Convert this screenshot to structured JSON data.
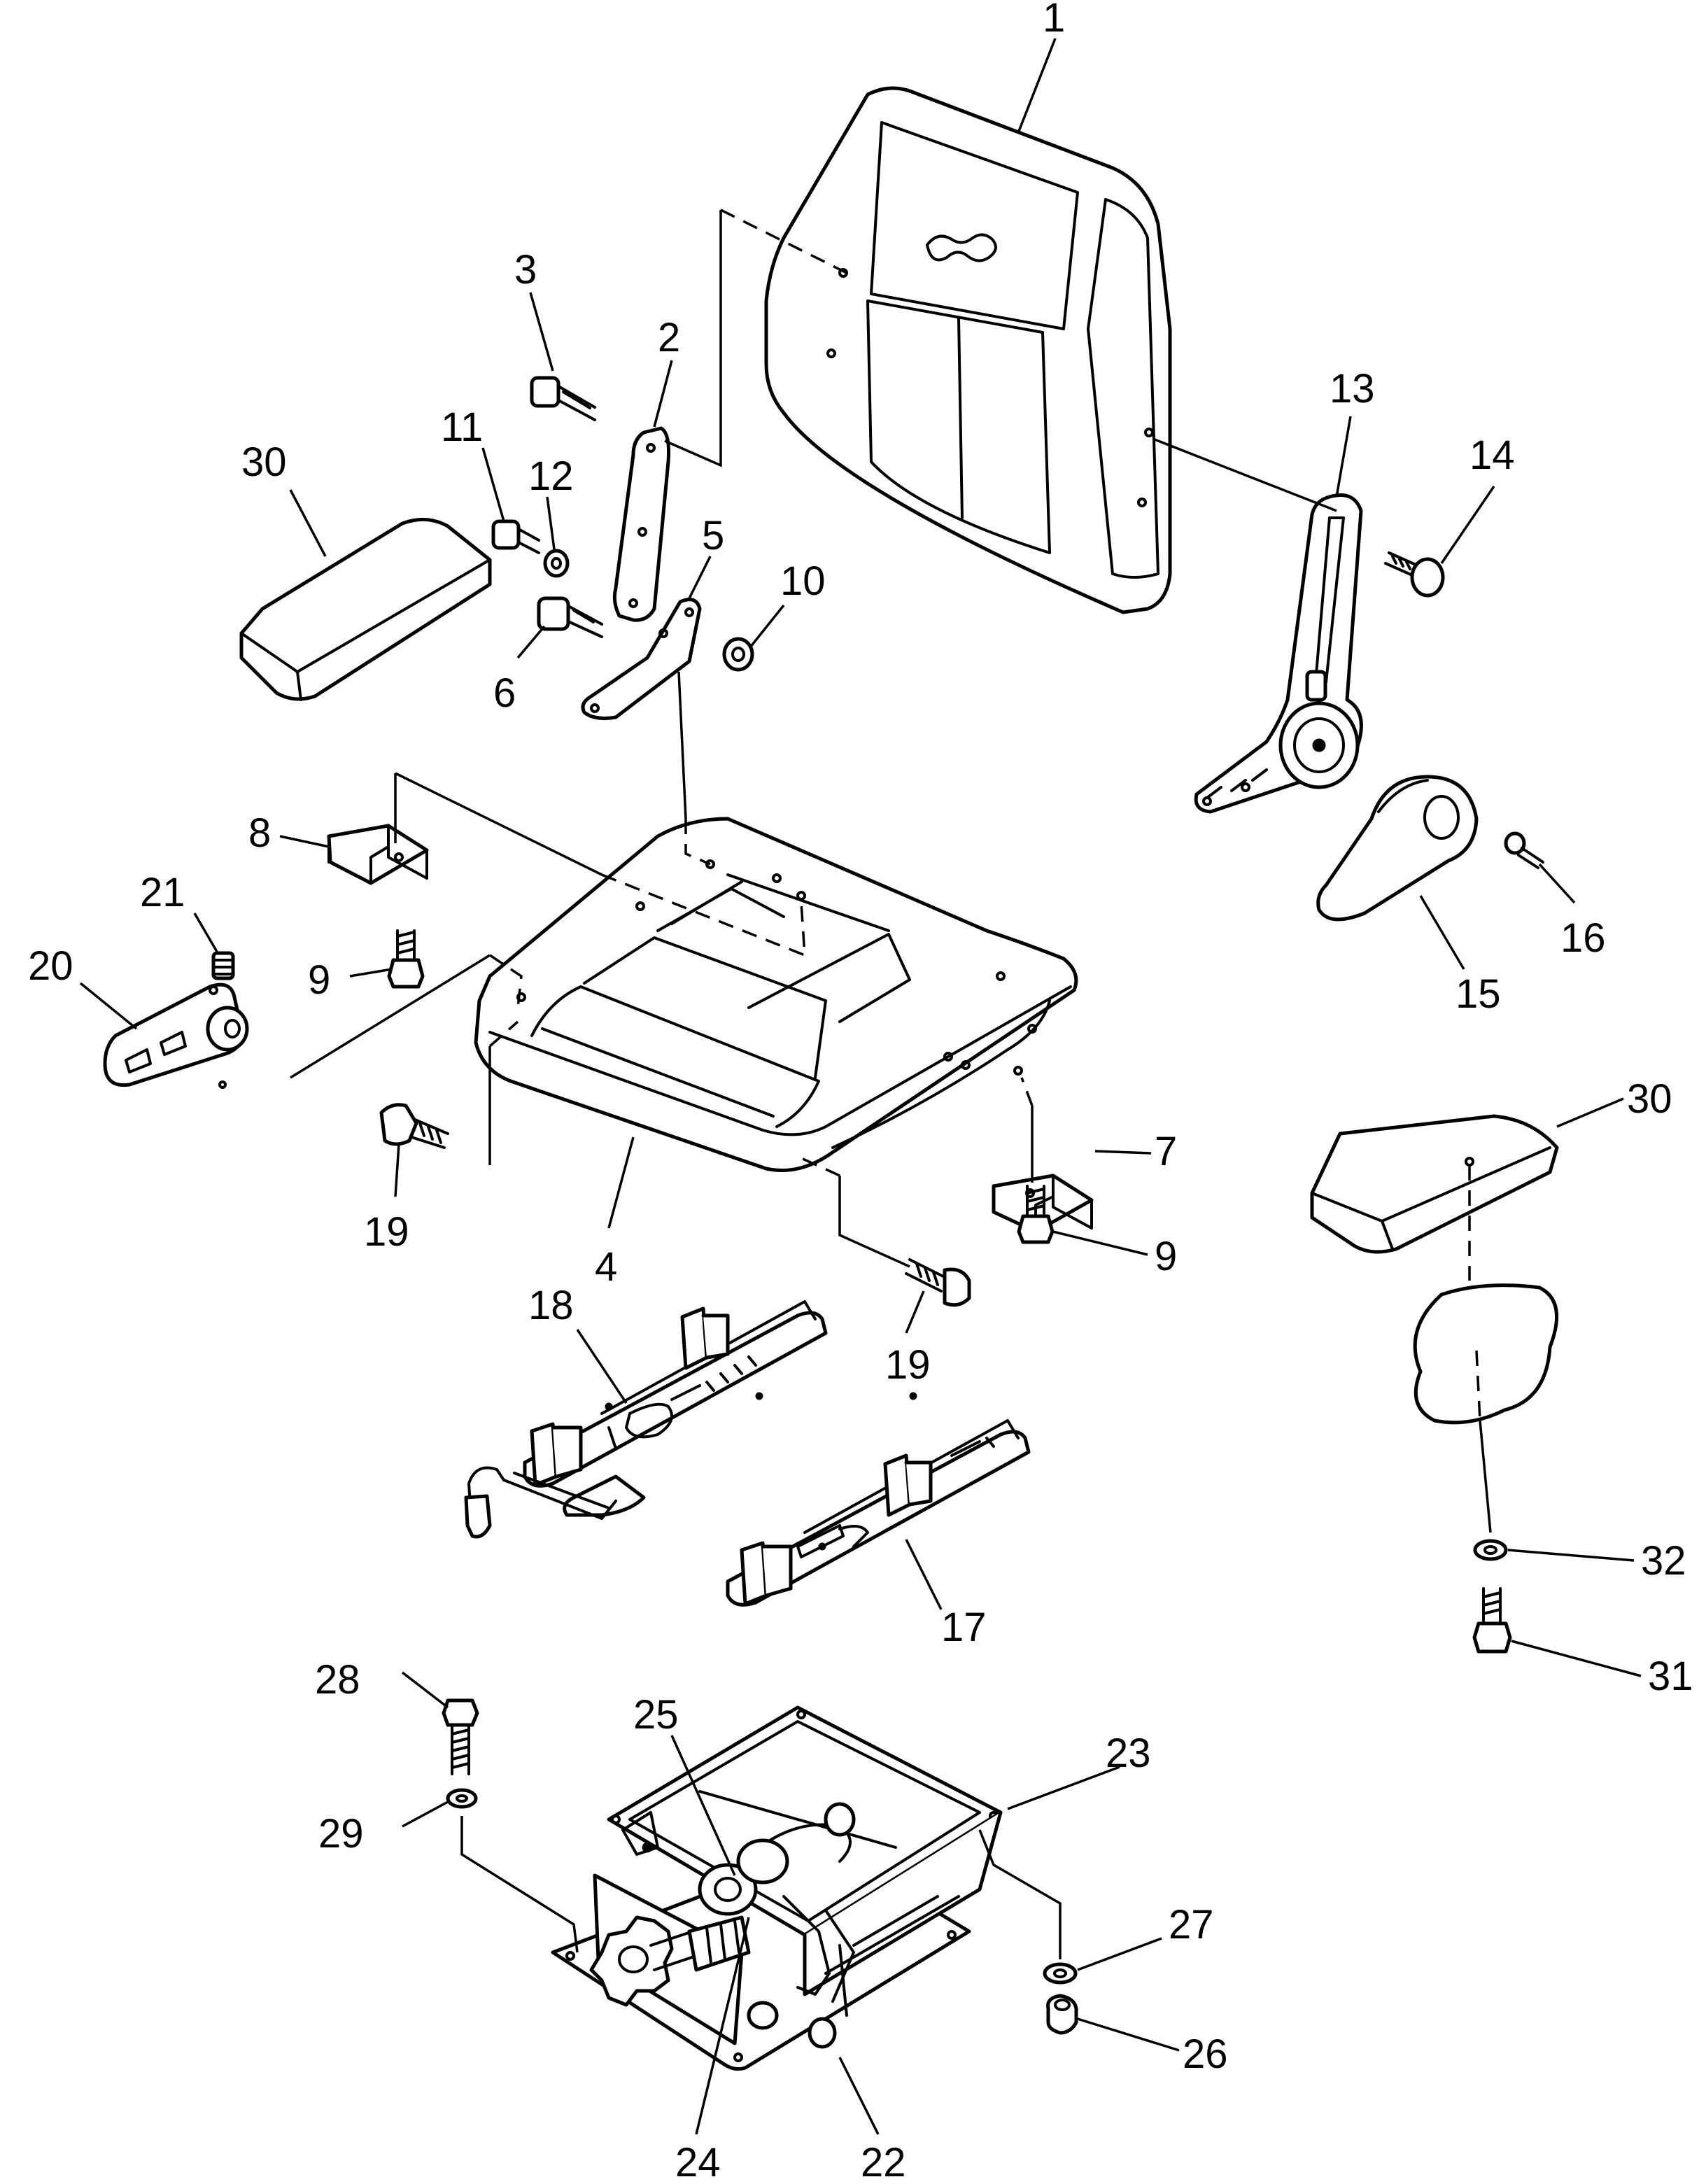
{
  "callouts": [
    {
      "id": "c1",
      "text": "1"
    },
    {
      "id": "c2",
      "text": "2"
    },
    {
      "id": "c3",
      "text": "3"
    },
    {
      "id": "c4",
      "text": "4"
    },
    {
      "id": "c5",
      "text": "5"
    },
    {
      "id": "c6",
      "text": "6"
    },
    {
      "id": "c7",
      "text": "7"
    },
    {
      "id": "c8",
      "text": "8"
    },
    {
      "id": "c9a",
      "text": "9"
    },
    {
      "id": "c9b",
      "text": "9"
    },
    {
      "id": "c10",
      "text": "10"
    },
    {
      "id": "c11",
      "text": "11"
    },
    {
      "id": "c12",
      "text": "12"
    },
    {
      "id": "c13",
      "text": "13"
    },
    {
      "id": "c14",
      "text": "14"
    },
    {
      "id": "c15",
      "text": "15"
    },
    {
      "id": "c16",
      "text": "16"
    },
    {
      "id": "c17",
      "text": "17"
    },
    {
      "id": "c18",
      "text": "18"
    },
    {
      "id": "c19a",
      "text": "19"
    },
    {
      "id": "c19b",
      "text": "19"
    },
    {
      "id": "c20",
      "text": "20"
    },
    {
      "id": "c21",
      "text": "21"
    },
    {
      "id": "c22",
      "text": "22"
    },
    {
      "id": "c23",
      "text": "23"
    },
    {
      "id": "c24",
      "text": "24"
    },
    {
      "id": "c25",
      "text": "25"
    },
    {
      "id": "c26",
      "text": "26"
    },
    {
      "id": "c27",
      "text": "27"
    },
    {
      "id": "c28",
      "text": "28"
    },
    {
      "id": "c29",
      "text": "29"
    },
    {
      "id": "c30a",
      "text": "30"
    },
    {
      "id": "c30b",
      "text": "30"
    },
    {
      "id": "c31",
      "text": "31"
    },
    {
      "id": "c32",
      "text": "32"
    }
  ]
}
